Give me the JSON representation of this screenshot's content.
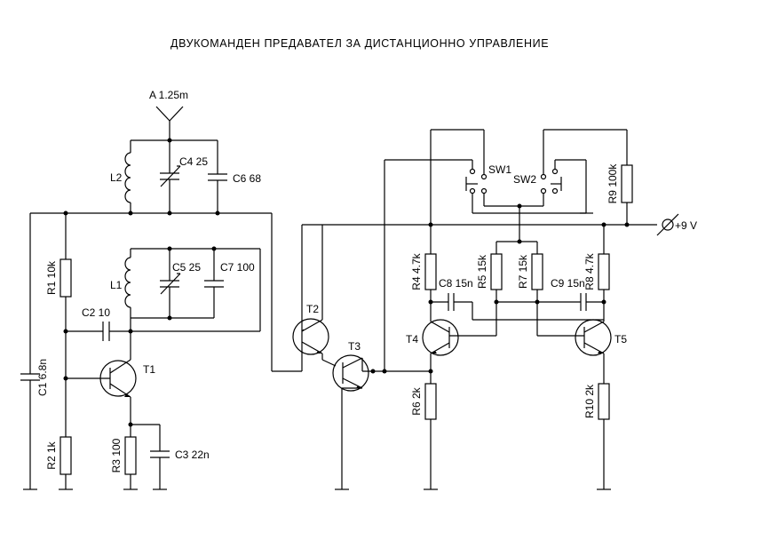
{
  "title": "ДВУКОМАНДЕН  ПРЕДАВАТЕЛ  ЗА  ДИСТАНЦИОННО  УПРАВЛЕНИЕ",
  "labels": {
    "antenna": "A 1.25m",
    "L2": "L2",
    "C4": "C4 25",
    "C6": "C6 68",
    "L1": "L1",
    "C5": "C5 25",
    "C7": "C7 100",
    "R1": "R1 10k",
    "C2": "C2 10",
    "C1": "C1 6.8n",
    "T1": "T1",
    "R2": "R2 1k",
    "R3": "R3 100",
    "C3": "C3 22n",
    "T2": "T2",
    "T3": "T3",
    "SW1": "SW1",
    "SW2": "SW2",
    "R9": "R9 100k",
    "supply": "+9 V",
    "R4": "R4 4.7k",
    "C8": "C8 15n",
    "R5": "R5 15k",
    "R7": "R7 15k",
    "C9": "C9 15n",
    "R8": "R8 4.7k",
    "T4": "T4",
    "T5": "T5",
    "R6": "R6 2k",
    "R10": "R10 2k"
  }
}
